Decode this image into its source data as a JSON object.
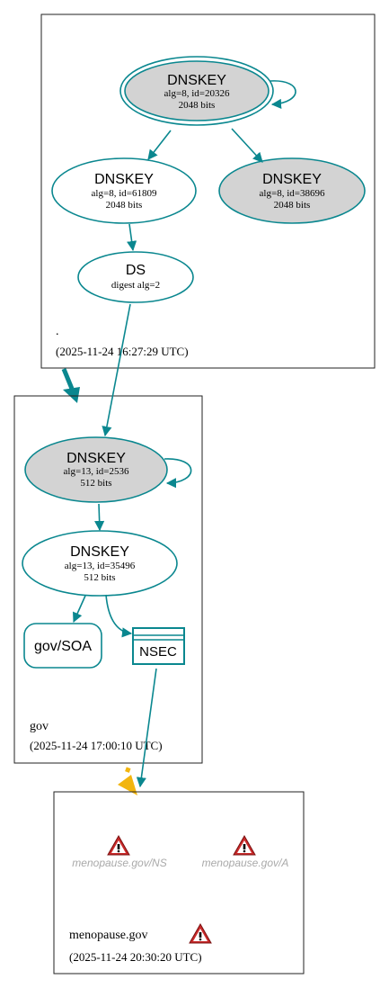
{
  "zones": {
    "root": {
      "name": ".",
      "timestamp": "(2025-11-24 16:27:29 UTC)"
    },
    "gov": {
      "name": "gov",
      "timestamp": "(2025-11-24 17:00:10 UTC)"
    },
    "menopause": {
      "name": "menopause.gov",
      "timestamp": "(2025-11-24 20:30:20 UTC)"
    }
  },
  "nodes": {
    "root_ksk": {
      "title": "DNSKEY",
      "line1": "alg=8, id=20326",
      "line2": "2048 bits"
    },
    "root_zsk": {
      "title": "DNSKEY",
      "line1": "alg=8, id=61809",
      "line2": "2048 bits"
    },
    "root_key3": {
      "title": "DNSKEY",
      "line1": "alg=8, id=38696",
      "line2": "2048 bits"
    },
    "gov_ds": {
      "title": "DS",
      "line1": "digest alg=2"
    },
    "gov_ksk": {
      "title": "DNSKEY",
      "line1": "alg=13, id=2536",
      "line2": "512 bits"
    },
    "gov_zsk": {
      "title": "DNSKEY",
      "line1": "alg=13, id=35496",
      "line2": "512 bits"
    },
    "gov_soa": {
      "title": "gov/SOA"
    },
    "gov_nsec": {
      "title": "NSEC"
    },
    "menopause_ns": {
      "title": "menopause.gov/NS"
    },
    "menopause_a": {
      "title": "menopause.gov/A"
    }
  },
  "colors": {
    "edge": "#0a878f",
    "fill_gray": "#d3d3d3",
    "warning_red": "#c92a2a",
    "insecure_yellow": "#f2b50f",
    "muted_text": "#a9a9a9"
  },
  "icons": {
    "warning": "warning-triangle-icon",
    "insecure": "insecure-delegation-icon"
  }
}
